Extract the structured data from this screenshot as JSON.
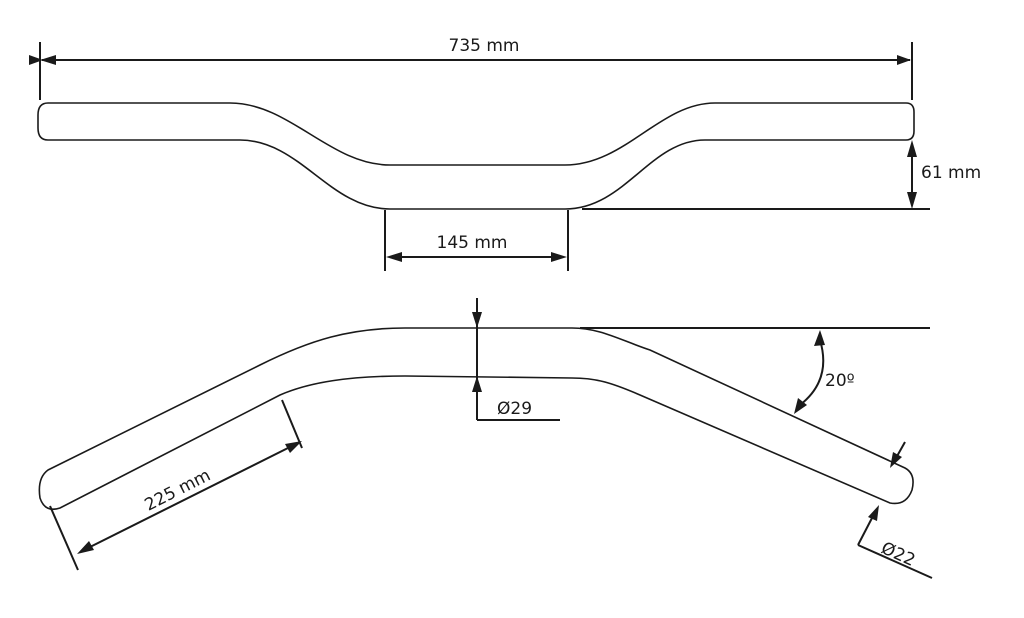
{
  "title": "Handlebar dimensions drawing",
  "dimensions": {
    "overall_width": "735 mm",
    "rise": "61 mm",
    "center_width": "145 mm",
    "center_diameter": "Ø29",
    "grip_length": "225 mm",
    "sweep_angle": "20º",
    "grip_diameter": "Ø22"
  },
  "colors": {
    "line": "#1a1a1a",
    "background": "#ffffff"
  }
}
